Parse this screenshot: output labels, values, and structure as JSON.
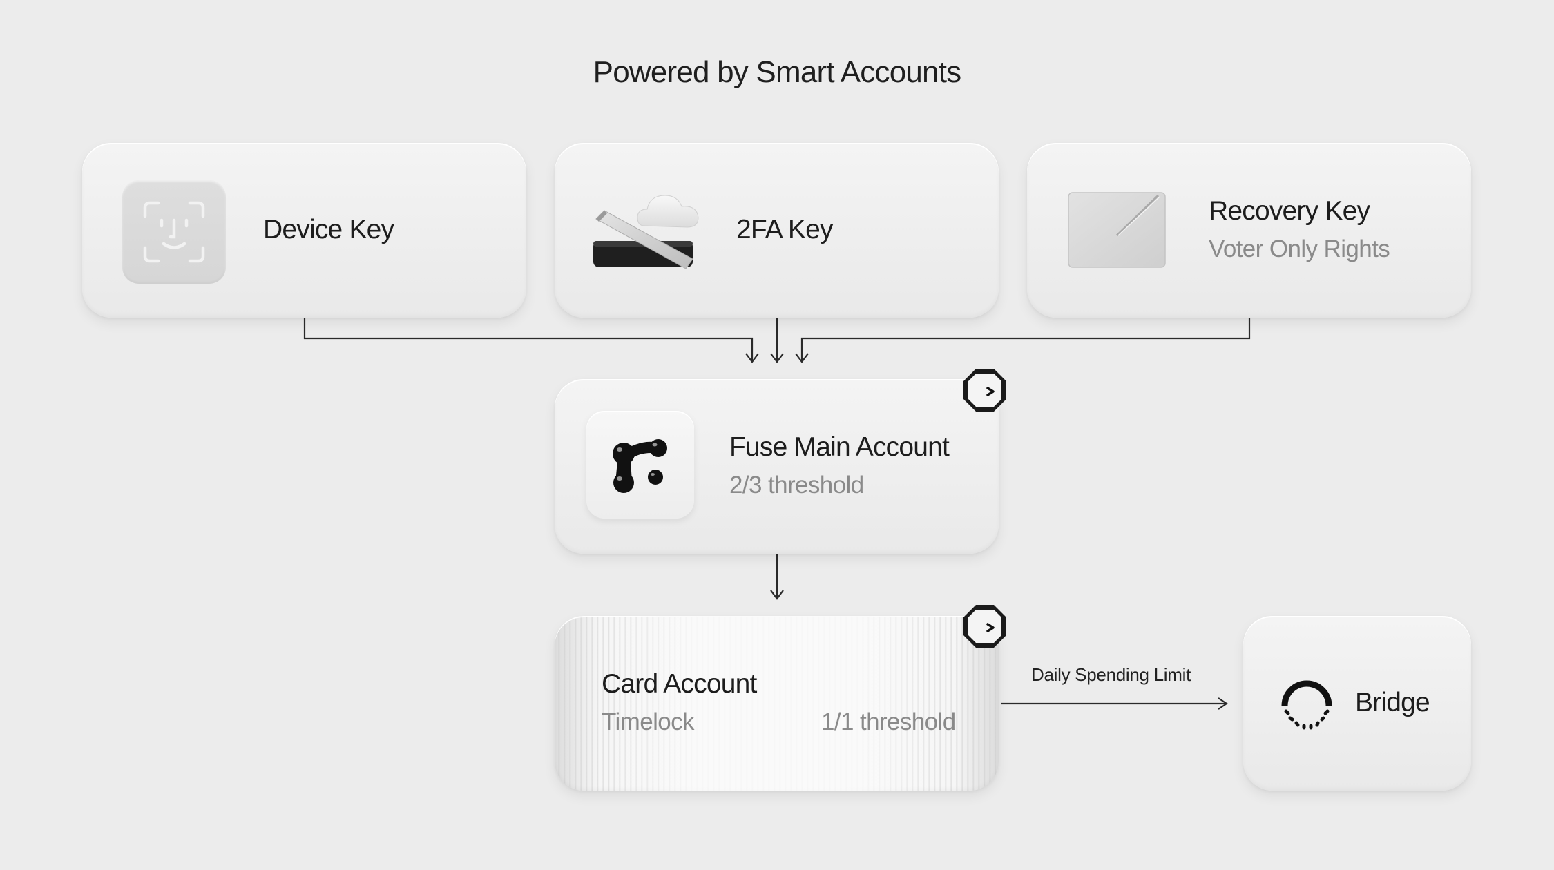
{
  "title": "Powered by Smart Accounts",
  "nodes": {
    "device_key": {
      "title": "Device Key",
      "icon": "face-id-icon"
    },
    "twofa_key": {
      "title": "2FA Key",
      "icon": "hardware-key-cloud-icon"
    },
    "recovery_key": {
      "title": "Recovery Key",
      "subtitle": "Voter Only Rights",
      "icon": "paper-envelope-icon"
    },
    "main_account": {
      "title": "Fuse Main Account",
      "subtitle": "2/3 threshold",
      "icon": "fuse-logo-icon",
      "badge": "terminal-badge-icon"
    },
    "card_account": {
      "title": "Card Account",
      "subtitle_left": "Timelock",
      "subtitle_right": "1/1 threshold",
      "badge": "terminal-badge-icon"
    },
    "bridge": {
      "title": "Bridge",
      "icon": "bridge-ring-icon"
    }
  },
  "edges": {
    "card_to_bridge": "Daily Spending Limit"
  },
  "colors": {
    "background": "#ececec",
    "card": "#f1f1f1",
    "line": "#2a2a2a",
    "subtitle": "#8a8a8a"
  }
}
